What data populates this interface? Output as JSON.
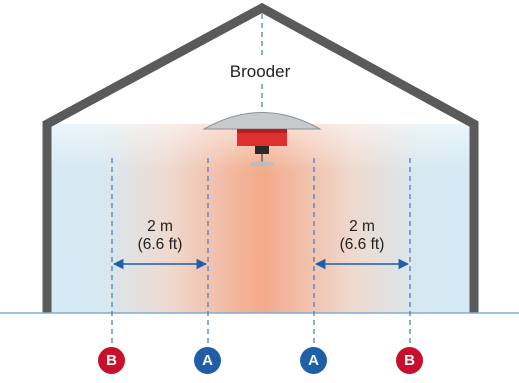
{
  "diagram": {
    "title": "Brooder",
    "left_distance": {
      "value": "2 m",
      "alt": "(6.6 ft)"
    },
    "right_distance": {
      "value": "2 m",
      "alt": "(6.6 ft)"
    },
    "markers": [
      {
        "label": "B",
        "color": "#c8102e"
      },
      {
        "label": "A",
        "color": "#1f5fa8"
      },
      {
        "label": "A",
        "color": "#1f5fa8"
      },
      {
        "label": "B",
        "color": "#c8102e"
      }
    ],
    "colors": {
      "outline": "#5a5a5a",
      "dashed_line": "#3a78c8",
      "arrow": "#1f5fa8",
      "heat_center": "#f4a98a",
      "cool_edge": "#d4e9f4",
      "brooder_body": "#e02f2f",
      "brooder_hood": "#c7c9cb",
      "ground_line": "#7ab0d8"
    }
  }
}
